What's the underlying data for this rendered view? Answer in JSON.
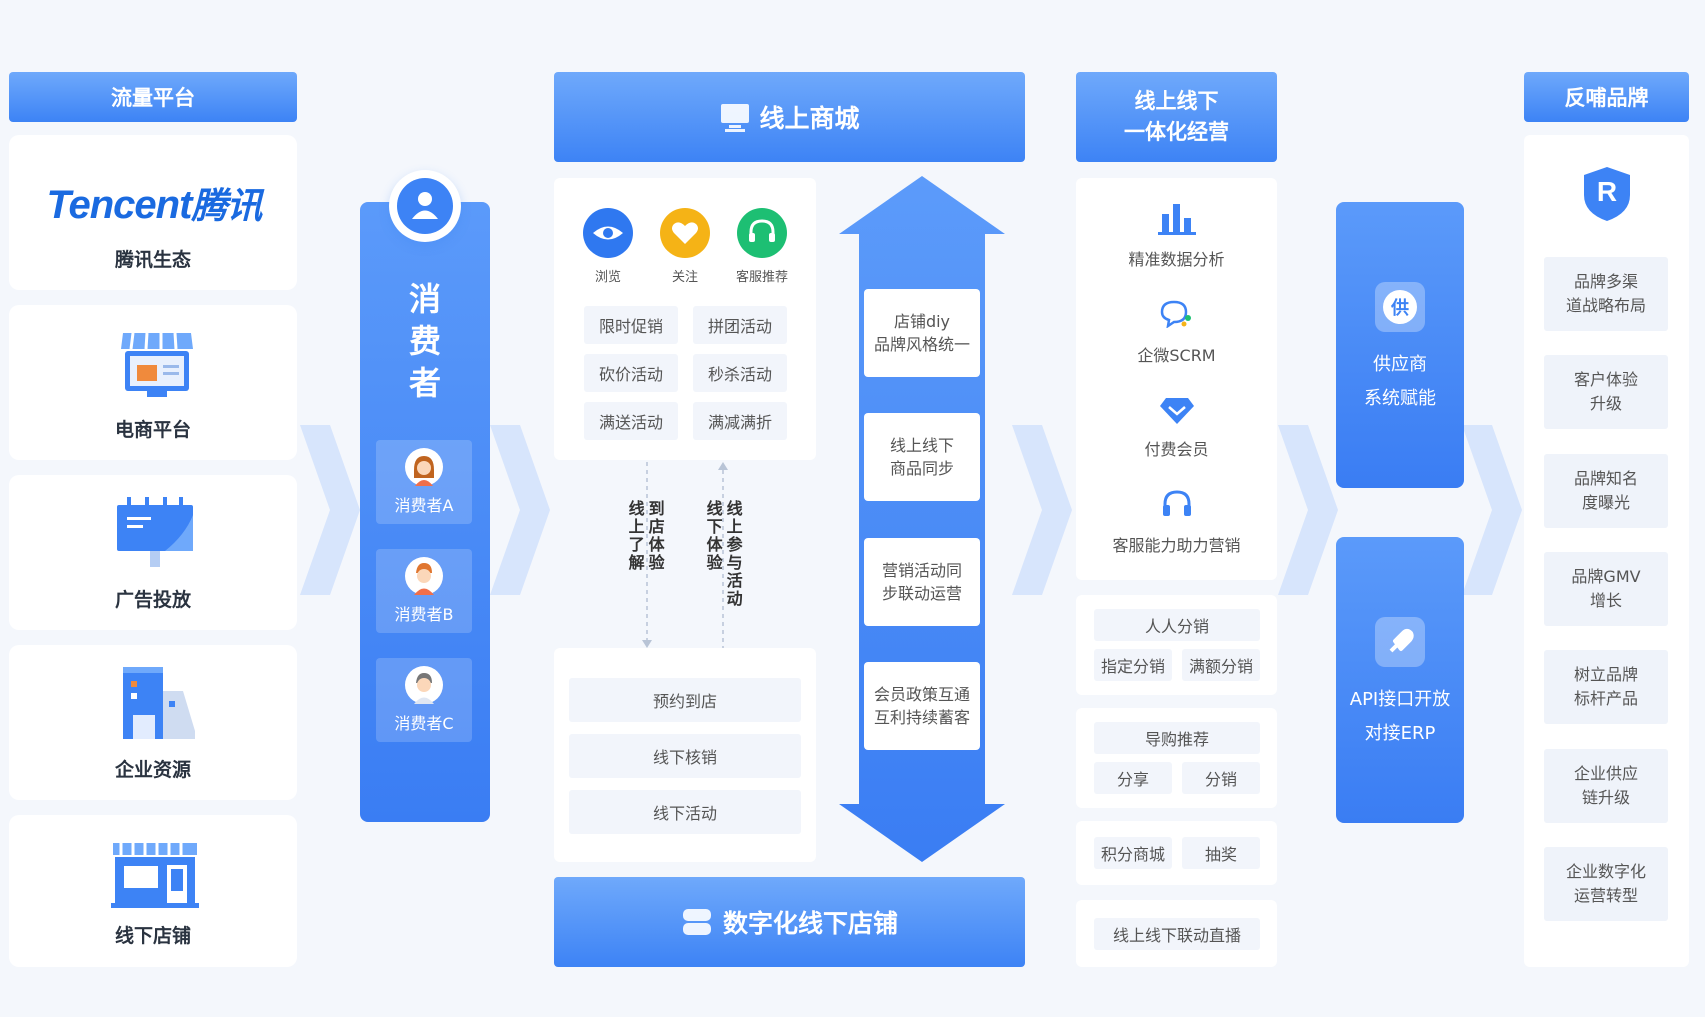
{
  "left": {
    "header": "流量平台",
    "tencent_logo_en": "Tencent",
    "tencent_logo_cn": "腾讯",
    "items": [
      "腾讯生态",
      "电商平台",
      "广告投放",
      "企业资源",
      "线下店铺"
    ]
  },
  "consumer": {
    "title_chars": [
      "消",
      "费",
      "者"
    ],
    "tiles": [
      "消费者A",
      "消费者B",
      "消费者C"
    ]
  },
  "online_mall": {
    "header": "线上商城",
    "actions": [
      "浏览",
      "关注",
      "客服推荐"
    ],
    "activities": [
      "限时促销",
      "拼团活动",
      "砍价活动",
      "秒杀活动",
      "满送活动",
      "满减满折"
    ],
    "down_text": "到店体验",
    "down_text2": "线上了解",
    "up_text": "线上参与活动",
    "up_text2": "线下体验",
    "offline_items": [
      "预约到店",
      "线下核销",
      "线下活动"
    ]
  },
  "sync": {
    "items": [
      "店铺diy\n品牌风格统一",
      "线上线下\n商品同步",
      "营销活动同\n步联动运营",
      "会员政策互通\n互利持续蓄客"
    ]
  },
  "offline_store": {
    "header": "数字化线下店铺"
  },
  "o2o": {
    "header_line1": "线上线下",
    "header_line2": "一体化经营",
    "features": [
      "精准数据分析",
      "企微SCRM",
      "付费会员",
      "客服能力助力营销"
    ],
    "group1_title": "人人分销",
    "group1_items": [
      "指定分销",
      "满额分销"
    ],
    "group2_title": "导购推荐",
    "group2_items": [
      "分享",
      "分销"
    ],
    "group3_items": [
      "积分商城",
      "抽奖"
    ],
    "group4_title": "线上线下联动直播"
  },
  "supplier": {
    "icon_char": "供",
    "line1": "供应商",
    "line2": "系统赋能"
  },
  "api": {
    "line1": "API接口开放",
    "line2": "对接ERP"
  },
  "brand": {
    "header": "反哺品牌",
    "logo_char": "R",
    "items": [
      "品牌多渠\n道战略布局",
      "客户体验\n升级",
      "品牌知名\n度曝光",
      "品牌GMV\n增长",
      "树立品牌\n标杆产品",
      "企业供应\n链升级",
      "企业数字化\n运营转型"
    ]
  },
  "colors": {
    "primary": "#3d83f5",
    "light": "#6fa9fb",
    "eye": "#2f78f0",
    "heart": "#f5b316",
    "headset": "#1dbf73"
  }
}
